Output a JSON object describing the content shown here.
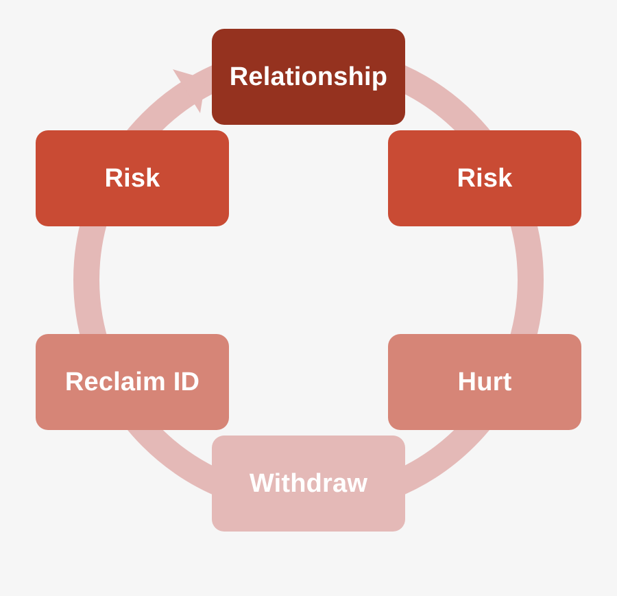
{
  "colors": {
    "background": "#f6f6f6",
    "ring": "#e4b9b7",
    "arrow": "#e4b9b7",
    "text": "#ffffff"
  },
  "cycle": {
    "direction": "clockwise",
    "steps": [
      {
        "label": "Relationship",
        "color": "#95321f"
      },
      {
        "label": "Risk",
        "color": "#c94b34"
      },
      {
        "label": "Hurt",
        "color": "#d68577"
      },
      {
        "label": "Withdraw",
        "color": "#e4b9b7"
      },
      {
        "label": "Reclaim ID",
        "color": "#d68577"
      },
      {
        "label": "Risk",
        "color": "#c94b34"
      }
    ]
  }
}
